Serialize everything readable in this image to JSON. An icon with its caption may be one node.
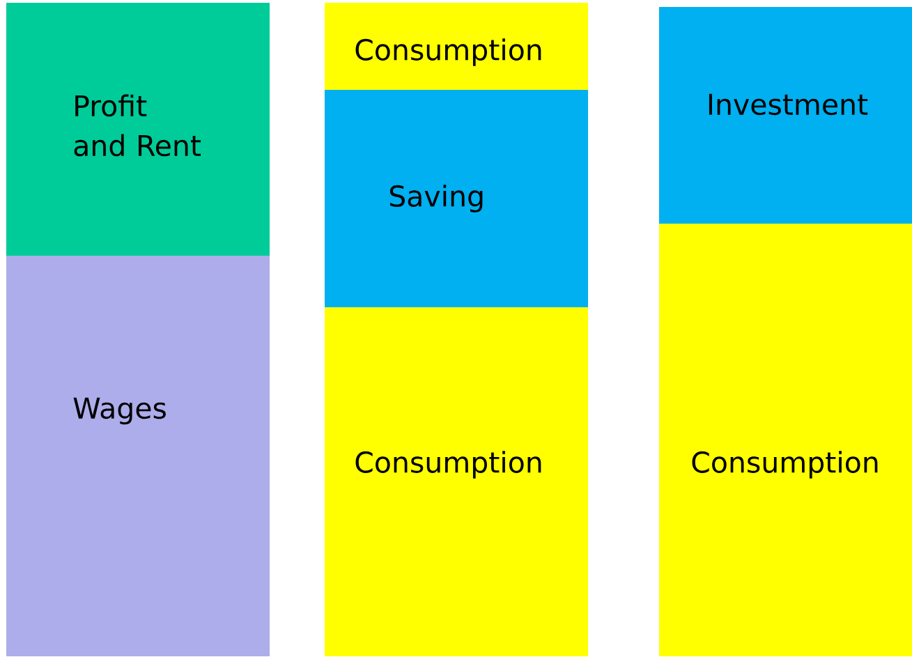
{
  "diagram": {
    "nodes": [
      {
        "text": [
          "Profit and Rent"
        ]
      },
      {
        "text": [
          "Wages"
        ]
      },
      {
        "text": [
          "Consumption"
        ]
      },
      {
        "text": [
          "Saving"
        ]
      },
      {
        "text": [
          "Consumption"
        ]
      },
      {
        "text": [
          "Investment"
        ]
      },
      {
        "text": [
          "Consumption"
        ]
      }
    ]
  }
}
